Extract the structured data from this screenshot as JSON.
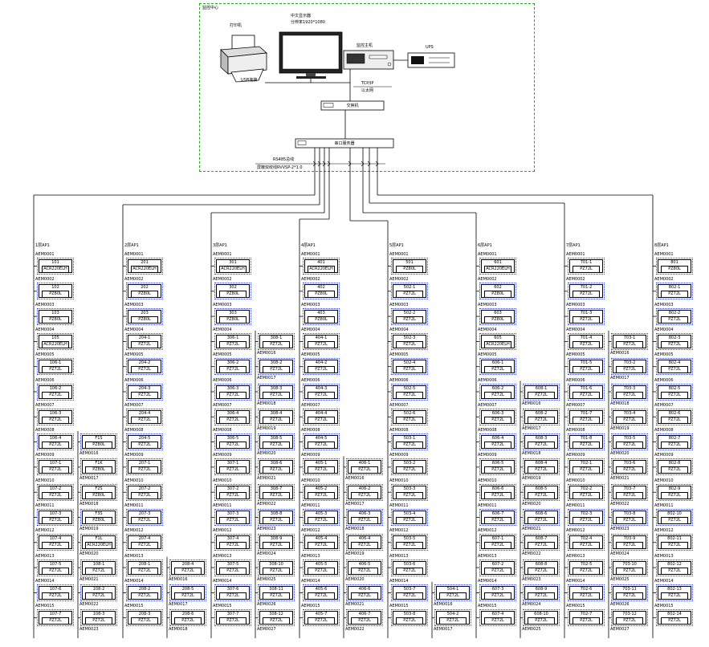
{
  "control_room": {
    "title": "监控中心",
    "printer_label": "打印机",
    "usb_label": "USB连接",
    "monitor_label": "中文显示器",
    "monitor_sub": "分辨率1920*1080",
    "host_label": "监控主机",
    "ups_label": "UPS",
    "tcpip_label": "TCP/IP",
    "ethernet_label": "以太网",
    "switch_label": "交换机",
    "gateway_label": "串口服务器",
    "bus_label": "RS485总线",
    "cable_label": "屏蔽双绞线RVVSP-2*1.0"
  },
  "colors": {
    "frame": "#22aa22",
    "cell": "#3344cc",
    "line": "#000000"
  },
  "columns": [
    {
      "header": "1层AP1",
      "items": [
        {
          "addr": "AEM0001",
          "name": "101",
          "model": "ACR220ELH"
        },
        {
          "addr": "AEM0002",
          "name": "102",
          "model": "PZ80L"
        },
        {
          "addr": "AEM0003",
          "name": "103",
          "model": "PZ80L"
        },
        {
          "addr": "AEM0004",
          "name": "105",
          "model": "ACR220ELH"
        },
        {
          "addr": "AEM0005",
          "name": "106-1",
          "model": "PZ72L"
        },
        {
          "addr": "AEM0006",
          "name": "106-2",
          "model": "PZ72L"
        },
        {
          "addr": "AEM0007",
          "name": "106-3",
          "model": "PZ72L"
        },
        {
          "addr": "AEM0008",
          "name": "106-4",
          "model": "PZ72L"
        },
        {
          "addr": "AEM0009",
          "name": "107-1",
          "model": "PZ72L"
        },
        {
          "addr": "AEM0010",
          "name": "107-2",
          "model": "PZ72L"
        },
        {
          "addr": "AEM0011",
          "name": "107-3",
          "model": "PZ72L"
        },
        {
          "addr": "AEM0012",
          "name": "107-4",
          "model": "PZ72L"
        },
        {
          "addr": "AEM0013",
          "name": "107-5",
          "model": "PZ72L"
        },
        {
          "addr": "AEM0014",
          "name": "107-6",
          "model": "PZ72L"
        },
        {
          "addr": "AEM0015",
          "name": "107-7",
          "model": "PZ72L"
        }
      ],
      "sub": [
        {
          "addr": "AEM0016",
          "name": "F1S",
          "model": "PZ80L"
        },
        {
          "addr": "AEM0017",
          "name": "F1K",
          "model": "PZ80L"
        },
        {
          "addr": "AEM0018",
          "name": "F2S",
          "model": "PZ80L"
        },
        {
          "addr": "AEM0019",
          "name": "F3S",
          "model": "PZ80L"
        },
        {
          "addr": "AEM0020",
          "name": "F1L",
          "model": "ACR220ELH"
        },
        {
          "addr": "AEM0021",
          "name": "108-1",
          "model": "PZ72L"
        },
        {
          "addr": "AEM0022",
          "name": "108-2",
          "model": "PZ72L"
        },
        {
          "addr": "AEM0023",
          "name": "108-3",
          "model": "PZ72L"
        }
      ]
    },
    {
      "header": "2层AP1",
      "items": [
        {
          "addr": "AEM0001",
          "name": "201",
          "model": "ACR220ELH"
        },
        {
          "addr": "AEM0002",
          "name": "202",
          "model": "PZ80L"
        },
        {
          "addr": "AEM0003",
          "name": "203",
          "model": "PZ80L"
        },
        {
          "addr": "AEM0004",
          "name": "204-1",
          "model": "PZ72L"
        },
        {
          "addr": "AEM0005",
          "name": "204-2",
          "model": "PZ72L"
        },
        {
          "addr": "AEM0006",
          "name": "204-3",
          "model": "PZ72L"
        },
        {
          "addr": "AEM0007",
          "name": "204-4",
          "model": "PZ72L"
        },
        {
          "addr": "AEM0008",
          "name": "204-5",
          "model": "PZ72L"
        },
        {
          "addr": "AEM0009",
          "name": "207-1",
          "model": "PZ72L"
        },
        {
          "addr": "AEM0010",
          "name": "207-2",
          "model": "PZ72L"
        },
        {
          "addr": "AEM0011",
          "name": "207-3",
          "model": "PZ72L"
        },
        {
          "addr": "AEM0012",
          "name": "207-4",
          "model": "PZ72L"
        },
        {
          "addr": "AEM0013",
          "name": "208-1",
          "model": "PZ72L"
        },
        {
          "addr": "AEM0014",
          "name": "208-2",
          "model": "PZ72L"
        },
        {
          "addr": "AEM0015",
          "name": "208-3",
          "model": "PZ72L"
        }
      ],
      "sub": [
        {
          "addr": "AEM0016",
          "name": "208-4",
          "model": "PZ72L"
        },
        {
          "addr": "AEM0017",
          "name": "208-5",
          "model": "PZ72L"
        },
        {
          "addr": "AEM0018",
          "name": "208-6",
          "model": "PZ72L"
        }
      ]
    },
    {
      "header": "3层AP1",
      "items": [
        {
          "addr": "AEM0001",
          "name": "301",
          "model": "ACR220ELH"
        },
        {
          "addr": "AEM0002",
          "name": "302",
          "model": "PZ80L"
        },
        {
          "addr": "AEM0003",
          "name": "303",
          "model": "PZ80L"
        },
        {
          "addr": "AEM0004",
          "name": "306-1",
          "model": "PZ72L"
        },
        {
          "addr": "AEM0005",
          "name": "306-2",
          "model": "PZ72L"
        },
        {
          "addr": "AEM0006",
          "name": "306-3",
          "model": "PZ72L"
        },
        {
          "addr": "AEM0007",
          "name": "306-4",
          "model": "PZ72L"
        },
        {
          "addr": "AEM0008",
          "name": "306-5",
          "model": "PZ72L"
        },
        {
          "addr": "AEM0009",
          "name": "307-1",
          "model": "PZ72L"
        },
        {
          "addr": "AEM0010",
          "name": "307-2",
          "model": "PZ72L"
        },
        {
          "addr": "AEM0011",
          "name": "307-3",
          "model": "PZ72L"
        },
        {
          "addr": "AEM0012",
          "name": "307-4",
          "model": "PZ72L"
        },
        {
          "addr": "AEM0013",
          "name": "307-5",
          "model": "PZ72L"
        },
        {
          "addr": "AEM0014",
          "name": "307-6",
          "model": "PZ72L"
        },
        {
          "addr": "AEM0015",
          "name": "307-7",
          "model": "PZ72L"
        }
      ],
      "sub": [
        {
          "addr": "AEM0016",
          "name": "308-1",
          "model": "PZ72L"
        },
        {
          "addr": "AEM0017",
          "name": "308-2",
          "model": "PZ72L"
        },
        {
          "addr": "AEM0018",
          "name": "308-3",
          "model": "PZ72L"
        },
        {
          "addr": "AEM0019",
          "name": "308-4",
          "model": "PZ72L"
        },
        {
          "addr": "AEM0020",
          "name": "308-5",
          "model": "PZ72L"
        },
        {
          "addr": "AEM0021",
          "name": "308-6",
          "model": "PZ72L"
        },
        {
          "addr": "AEM0022",
          "name": "308-7",
          "model": "PZ72L"
        },
        {
          "addr": "AEM0023",
          "name": "308-8",
          "model": "PZ72L"
        },
        {
          "addr": "AEM0024",
          "name": "308-9",
          "model": "PZ72L"
        },
        {
          "addr": "AEM0025",
          "name": "308-10",
          "model": "PZ72L"
        },
        {
          "addr": "AEM0026",
          "name": "308-11",
          "model": "PZ72L"
        },
        {
          "addr": "AEM0027",
          "name": "308-12",
          "model": "PZ72L"
        }
      ]
    },
    {
      "header": "4层AP1",
      "items": [
        {
          "addr": "AEM0001",
          "name": "401",
          "model": "ACR220ELH"
        },
        {
          "addr": "AEM0002",
          "name": "402",
          "model": "PZ80L"
        },
        {
          "addr": "AEM0003",
          "name": "403",
          "model": "PZ80L"
        },
        {
          "addr": "AEM0004",
          "name": "404-1",
          "model": "PZ72L"
        },
        {
          "addr": "AEM0005",
          "name": "404-2",
          "model": "PZ72L"
        },
        {
          "addr": "AEM0006",
          "name": "404-3",
          "model": "PZ72L"
        },
        {
          "addr": "AEM0007",
          "name": "404-4",
          "model": "PZ72L"
        },
        {
          "addr": "AEM0008",
          "name": "404-5",
          "model": "PZ72L"
        },
        {
          "addr": "AEM0009",
          "name": "405-1",
          "model": "PZ72L"
        },
        {
          "addr": "AEM0010",
          "name": "405-2",
          "model": "PZ72L"
        },
        {
          "addr": "AEM0011",
          "name": "405-3",
          "model": "PZ72L"
        },
        {
          "addr": "AEM0012",
          "name": "405-4",
          "model": "PZ72L"
        },
        {
          "addr": "AEM0013",
          "name": "405-5",
          "model": "PZ72L"
        },
        {
          "addr": "AEM0014",
          "name": "405-6",
          "model": "PZ72L"
        },
        {
          "addr": "AEM0015",
          "name": "405-7",
          "model": "PZ72L"
        }
      ],
      "sub": [
        {
          "addr": "AEM0016",
          "name": "406-1",
          "model": "PZ72L"
        },
        {
          "addr": "AEM0017",
          "name": "406-2",
          "model": "PZ72L"
        },
        {
          "addr": "AEM0018",
          "name": "406-3",
          "model": "PZ72L"
        },
        {
          "addr": "AEM0019",
          "name": "406-4",
          "model": "PZ72L"
        },
        {
          "addr": "AEM0020",
          "name": "406-5",
          "model": "PZ72L"
        },
        {
          "addr": "AEM0021",
          "name": "406-6",
          "model": "PZ72L"
        },
        {
          "addr": "AEM0022",
          "name": "406-7",
          "model": "PZ72L"
        }
      ]
    },
    {
      "header": "5层AP1",
      "items": [
        {
          "addr": "AEM0001",
          "name": "501",
          "model": "PZ80L"
        },
        {
          "addr": "AEM0002",
          "name": "502-1",
          "model": "PZ72L"
        },
        {
          "addr": "AEM0003",
          "name": "502-2",
          "model": "PZ72L"
        },
        {
          "addr": "AEM0004",
          "name": "502-3",
          "model": "PZ72L"
        },
        {
          "addr": "AEM0005",
          "name": "502-4",
          "model": "PZ72L"
        },
        {
          "addr": "AEM0006",
          "name": "502-5",
          "model": "PZ72L"
        },
        {
          "addr": "AEM0007",
          "name": "502-6",
          "model": "PZ72L"
        },
        {
          "addr": "AEM0008",
          "name": "503-1",
          "model": "PZ72L"
        },
        {
          "addr": "AEM0009",
          "name": "503-2",
          "model": "PZ72L"
        },
        {
          "addr": "AEM0010",
          "name": "503-3",
          "model": "PZ72L"
        },
        {
          "addr": "AEM0011",
          "name": "503-4",
          "model": "PZ72L"
        },
        {
          "addr": "AEM0012",
          "name": "503-5",
          "model": "PZ72L"
        },
        {
          "addr": "AEM0013",
          "name": "503-6",
          "model": "PZ72L"
        },
        {
          "addr": "AEM0014",
          "name": "503-7",
          "model": "PZ72L"
        },
        {
          "addr": "AEM0015",
          "name": "503-8",
          "model": "PZ72L"
        }
      ],
      "sub": [
        {
          "addr": "AEM0016",
          "name": "504-1",
          "model": "PZ72L"
        },
        {
          "addr": "AEM0017",
          "name": "504-2",
          "model": "PZ72L"
        }
      ]
    },
    {
      "header": "6层AP1",
      "items": [
        {
          "addr": "AEM0001",
          "name": "601",
          "model": "ACR220ELH"
        },
        {
          "addr": "AEM0002",
          "name": "602",
          "model": "PZ80L"
        },
        {
          "addr": "AEM0003",
          "name": "603",
          "model": "PZ80L"
        },
        {
          "addr": "AEM0004",
          "name": "605",
          "model": "ACR220ELH"
        },
        {
          "addr": "AEM0005",
          "name": "606-1",
          "model": "PZ72L"
        },
        {
          "addr": "AEM0006",
          "name": "606-2",
          "model": "PZ72L"
        },
        {
          "addr": "AEM0007",
          "name": "606-3",
          "model": "PZ72L"
        },
        {
          "addr": "AEM0008",
          "name": "606-4",
          "model": "PZ72L"
        },
        {
          "addr": "AEM0009",
          "name": "606-5",
          "model": "PZ72L"
        },
        {
          "addr": "AEM0010",
          "name": "606-6",
          "model": "PZ72L"
        },
        {
          "addr": "AEM0011",
          "name": "606-7",
          "model": "PZ72L"
        },
        {
          "addr": "AEM0012",
          "name": "607-1",
          "model": "PZ72L"
        },
        {
          "addr": "AEM0013",
          "name": "607-2",
          "model": "PZ72L"
        },
        {
          "addr": "AEM0014",
          "name": "607-3",
          "model": "PZ72L"
        },
        {
          "addr": "AEM0015",
          "name": "607-4",
          "model": "PZ72L"
        }
      ],
      "sub": [
        {
          "addr": "AEM0016",
          "name": "608-1",
          "model": "PZ72L"
        },
        {
          "addr": "AEM0017",
          "name": "608-2",
          "model": "PZ72L"
        },
        {
          "addr": "AEM0018",
          "name": "608-3",
          "model": "PZ72L"
        },
        {
          "addr": "AEM0019",
          "name": "608-4",
          "model": "PZ72L"
        },
        {
          "addr": "AEM0020",
          "name": "608-5",
          "model": "PZ72L"
        },
        {
          "addr": "AEM0021",
          "name": "608-6",
          "model": "PZ72L"
        },
        {
          "addr": "AEM0022",
          "name": "608-7",
          "model": "PZ72L"
        },
        {
          "addr": "AEM0023",
          "name": "608-8",
          "model": "PZ72L"
        },
        {
          "addr": "AEM0024",
          "name": "608-9",
          "model": "PZ72L"
        },
        {
          "addr": "AEM0025",
          "name": "608-10",
          "model": "PZ72L"
        }
      ]
    },
    {
      "header": "7层AP1",
      "items": [
        {
          "addr": "AEM0001",
          "name": "701-1",
          "model": "PZ72L"
        },
        {
          "addr": "AEM0002",
          "name": "701-2",
          "model": "PZ72L"
        },
        {
          "addr": "AEM0003",
          "name": "701-3",
          "model": "PZ72L"
        },
        {
          "addr": "AEM0004",
          "name": "701-4",
          "model": "PZ72L"
        },
        {
          "addr": "AEM0005",
          "name": "701-5",
          "model": "PZ72L"
        },
        {
          "addr": "AEM0006",
          "name": "701-6",
          "model": "PZ72L"
        },
        {
          "addr": "AEM0007",
          "name": "701-7",
          "model": "PZ72L"
        },
        {
          "addr": "AEM0008",
          "name": "701-8",
          "model": "PZ72L"
        },
        {
          "addr": "AEM0009",
          "name": "702-1",
          "model": "PZ72L"
        },
        {
          "addr": "AEM0010",
          "name": "702-2",
          "model": "PZ72L"
        },
        {
          "addr": "AEM0011",
          "name": "702-3",
          "model": "PZ72L"
        },
        {
          "addr": "AEM0012",
          "name": "702-4",
          "model": "PZ72L"
        },
        {
          "addr": "AEM0013",
          "name": "702-5",
          "model": "PZ72L"
        },
        {
          "addr": "AEM0014",
          "name": "702-6",
          "model": "PZ72L"
        },
        {
          "addr": "AEM0015",
          "name": "702-7",
          "model": "PZ72L"
        }
      ],
      "sub": [
        {
          "addr": "AEM0016",
          "name": "703-1",
          "model": "PZ72L"
        },
        {
          "addr": "AEM0017",
          "name": "703-2",
          "model": "PZ72L"
        },
        {
          "addr": "AEM0018",
          "name": "703-3",
          "model": "PZ72L"
        },
        {
          "addr": "AEM0019",
          "name": "703-4",
          "model": "PZ72L"
        },
        {
          "addr": "AEM0020",
          "name": "703-5",
          "model": "PZ72L"
        },
        {
          "addr": "AEM0021",
          "name": "703-6",
          "model": "PZ72L"
        },
        {
          "addr": "AEM0022",
          "name": "703-7",
          "model": "PZ72L"
        },
        {
          "addr": "AEM0023",
          "name": "703-8",
          "model": "PZ72L"
        },
        {
          "addr": "AEM0024",
          "name": "703-9",
          "model": "PZ72L"
        },
        {
          "addr": "AEM0025",
          "name": "703-10",
          "model": "PZ72L"
        },
        {
          "addr": "AEM0026",
          "name": "703-11",
          "model": "PZ72L"
        },
        {
          "addr": "AEM0027",
          "name": "703-12",
          "model": "PZ72L"
        }
      ]
    },
    {
      "header": "8层AP1",
      "items": [
        {
          "addr": "AEM0001",
          "name": "801",
          "model": "PZ80L"
        },
        {
          "addr": "AEM0002",
          "name": "802-1",
          "model": "PZ72L"
        },
        {
          "addr": "AEM0003",
          "name": "802-2",
          "model": "PZ72L"
        },
        {
          "addr": "AEM0004",
          "name": "802-3",
          "model": "PZ72L"
        },
        {
          "addr": "AEM0005",
          "name": "802-4",
          "model": "PZ72L"
        },
        {
          "addr": "AEM0006",
          "name": "802-5",
          "model": "PZ72L"
        },
        {
          "addr": "AEM0007",
          "name": "802-6",
          "model": "PZ72L"
        },
        {
          "addr": "AEM0008",
          "name": "802-7",
          "model": "PZ72L"
        },
        {
          "addr": "AEM0009",
          "name": "802-8",
          "model": "PZ72L"
        },
        {
          "addr": "AEM0010",
          "name": "802-9",
          "model": "PZ72L"
        },
        {
          "addr": "AEM0011",
          "name": "802-10",
          "model": "PZ72L"
        },
        {
          "addr": "AEM0012",
          "name": "802-11",
          "model": "PZ72L"
        },
        {
          "addr": "AEM0013",
          "name": "802-12",
          "model": "PZ72L"
        },
        {
          "addr": "AEM0014",
          "name": "802-13",
          "model": "PZ72L"
        },
        {
          "addr": "AEM0015",
          "name": "802-14",
          "model": "PZ72L"
        }
      ]
    }
  ]
}
